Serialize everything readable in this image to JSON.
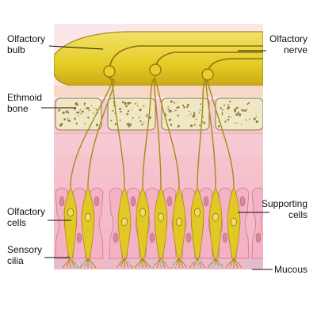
{
  "labels": {
    "olfactory_bulb": [
      "Olfactory",
      "bulb"
    ],
    "olfactory_nerve": [
      "Olfactory",
      "nerve"
    ],
    "ethmoid_bone": [
      "Ethmoid",
      "bone"
    ],
    "olfactory_cells": [
      "Olfactory",
      "cells"
    ],
    "supporting_cells": [
      "Supporting",
      "cells"
    ],
    "sensory_cilia": [
      "Sensory",
      "cilia"
    ],
    "mucous": [
      "Mucous"
    ]
  },
  "colors": {
    "bulb_fill": "#e8d22a",
    "bulb_dark": "#b99a1a",
    "bone_fill": "#efe8c4",
    "bone_speckle": "#9b7b3a",
    "tissue_pink": "#f5c6cf",
    "tissue_light": "#fbe3e7",
    "supporting_cell": "#f4b3c4",
    "olfactory_cell": "#e2c824",
    "nerve_fiber": "#a88a16",
    "mucous_dots": "#bfc8e0"
  }
}
